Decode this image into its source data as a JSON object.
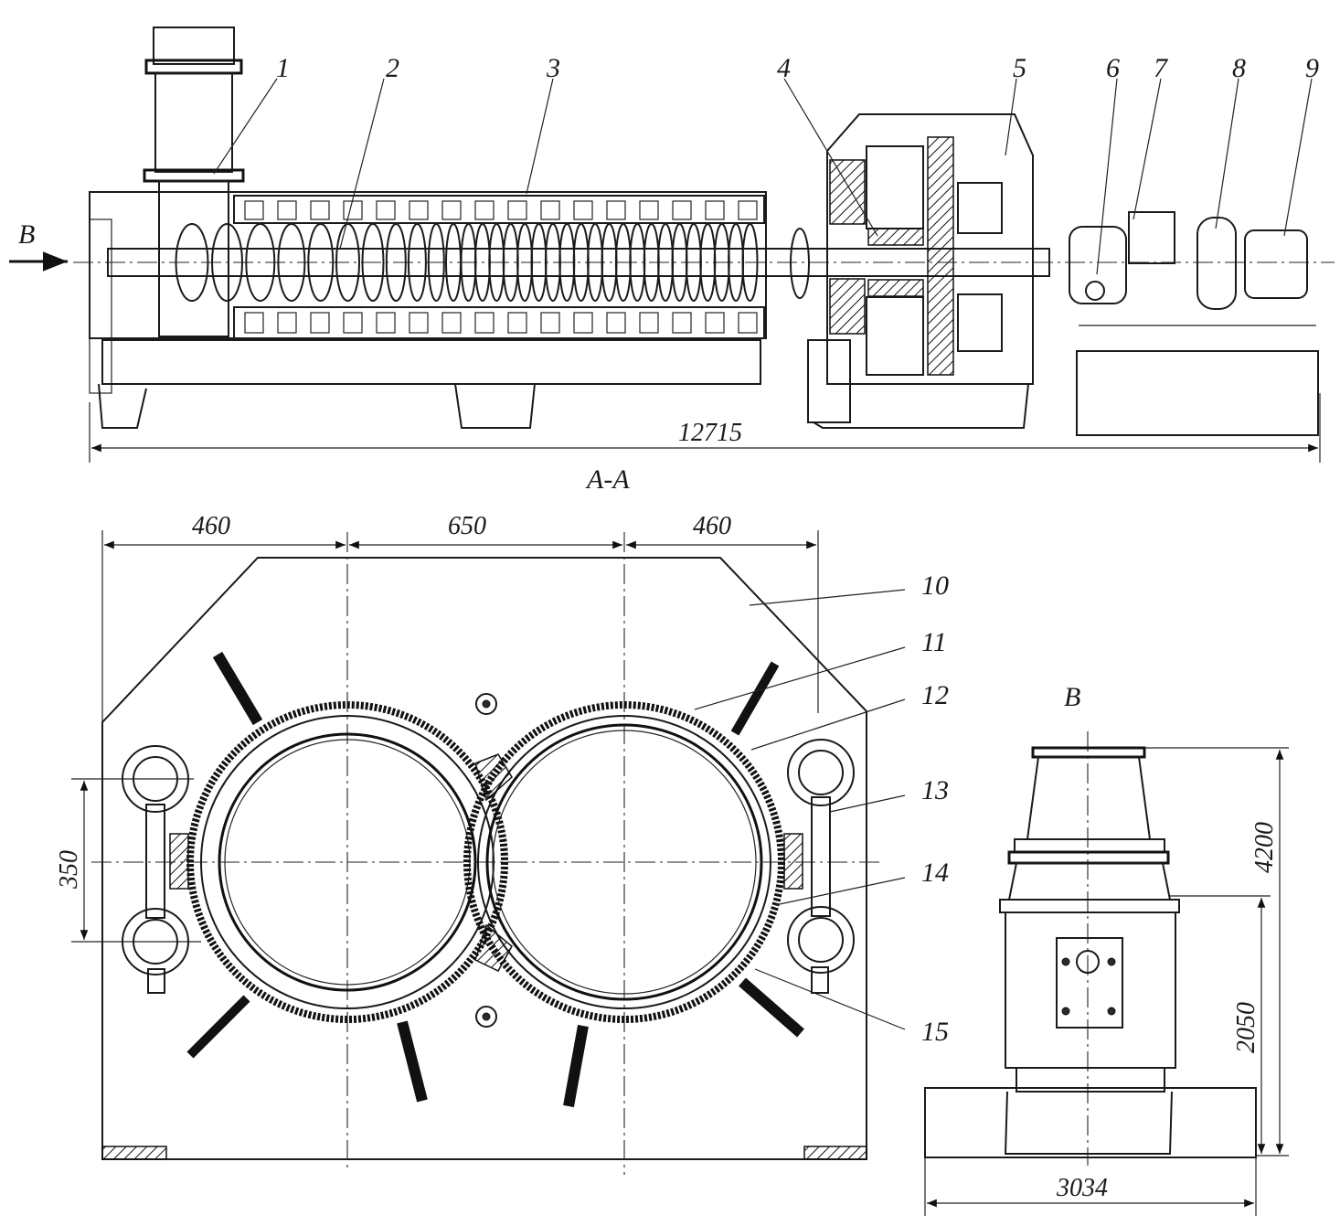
{
  "top_view": {
    "view_arrow_label": "B",
    "callouts": [
      "1",
      "2",
      "3",
      "4",
      "5",
      "6",
      "7",
      "8",
      "9"
    ],
    "overall_length": "12715",
    "section_label": "A-A"
  },
  "section_view": {
    "dims_top": [
      "460",
      "650",
      "460"
    ],
    "dim_left": "350",
    "callouts": [
      "10",
      "11",
      "12",
      "13",
      "14",
      "15"
    ]
  },
  "end_view": {
    "title": "B",
    "dim_total_height": "4200",
    "dim_body_height": "2050",
    "dim_width": "3034"
  }
}
